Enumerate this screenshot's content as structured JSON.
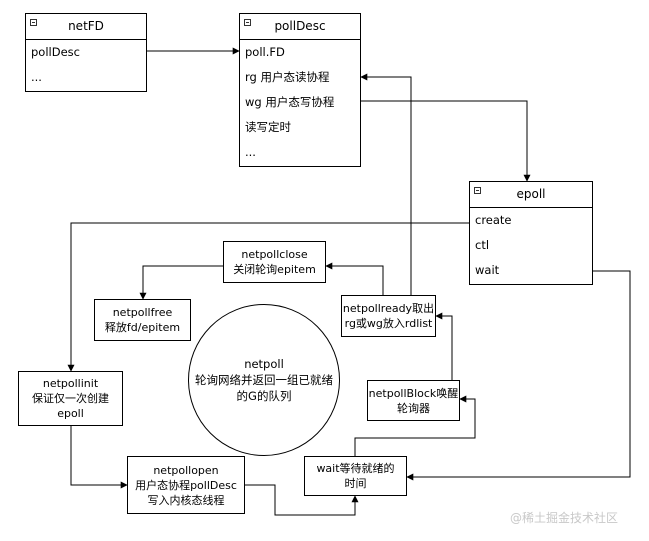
{
  "netfd": {
    "title": "netFD",
    "rows": [
      "pollDesc",
      "..."
    ]
  },
  "polldesc": {
    "title": "pollDesc",
    "rows": [
      "poll.FD",
      "rg 用户态读协程",
      "wg 用户态写协程",
      "读写定时",
      "..."
    ]
  },
  "epoll": {
    "title": "epoll",
    "rows": [
      "create",
      "ctl",
      "wait"
    ]
  },
  "netpollclose": {
    "line1": "netpollclose",
    "line2": "关闭轮询epitem"
  },
  "netpollfree": {
    "line1": "netpollfree",
    "line2": "释放fd/epitem"
  },
  "netpollready": {
    "line1": "netpollready取出",
    "line2": "rg或wg放入rdlist"
  },
  "netpoll_center": {
    "line1": "netpoll",
    "line2": "轮询网络并返回一组已就绪",
    "line3": "的G的队列"
  },
  "netpollinit": {
    "line1": "netpollinit",
    "line2": "保证仅一次创建",
    "line3": "epoll"
  },
  "netpollblock": {
    "line1": "netpollBlock唤醒",
    "line2": "轮询器"
  },
  "netpollopen": {
    "line1": "netpollopen",
    "line2": "用户态协程pollDesc",
    "line3": "写入内核态线程"
  },
  "wait_box": {
    "line1": "wait等待就绪的",
    "line2": "时间"
  },
  "watermark": "@稀土掘金技术社区",
  "colors": {
    "line": "#000000",
    "watermark": "#c8c8c8",
    "background": "#ffffff"
  }
}
